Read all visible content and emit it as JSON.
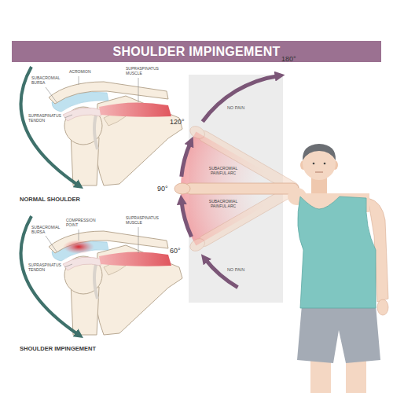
{
  "diagram": {
    "title": "SHOULDER IMPINGEMENT",
    "labels": [
      "SUBACROMIAL BURSA",
      "ACROMION",
      "SUPRASPINATUS MUSCLE",
      "SUPRASPINATUS TENDON",
      "NORMAL SHOULDER",
      "COMPRESSION POINT",
      "SUPRASPINATUS MUSCLE",
      "SUBACROMIAL BURSA",
      "SUPRASPINATUS TENDON",
      "SHOULDER IMPINGEMENT",
      "180°",
      "120°",
      "NO PAIN",
      "SUBACROMIAL PAINFUL ARC",
      "90°",
      "SUBACROMIAL PAINFUL ARC",
      "60°",
      "NO PAIN"
    ]
  }
}
